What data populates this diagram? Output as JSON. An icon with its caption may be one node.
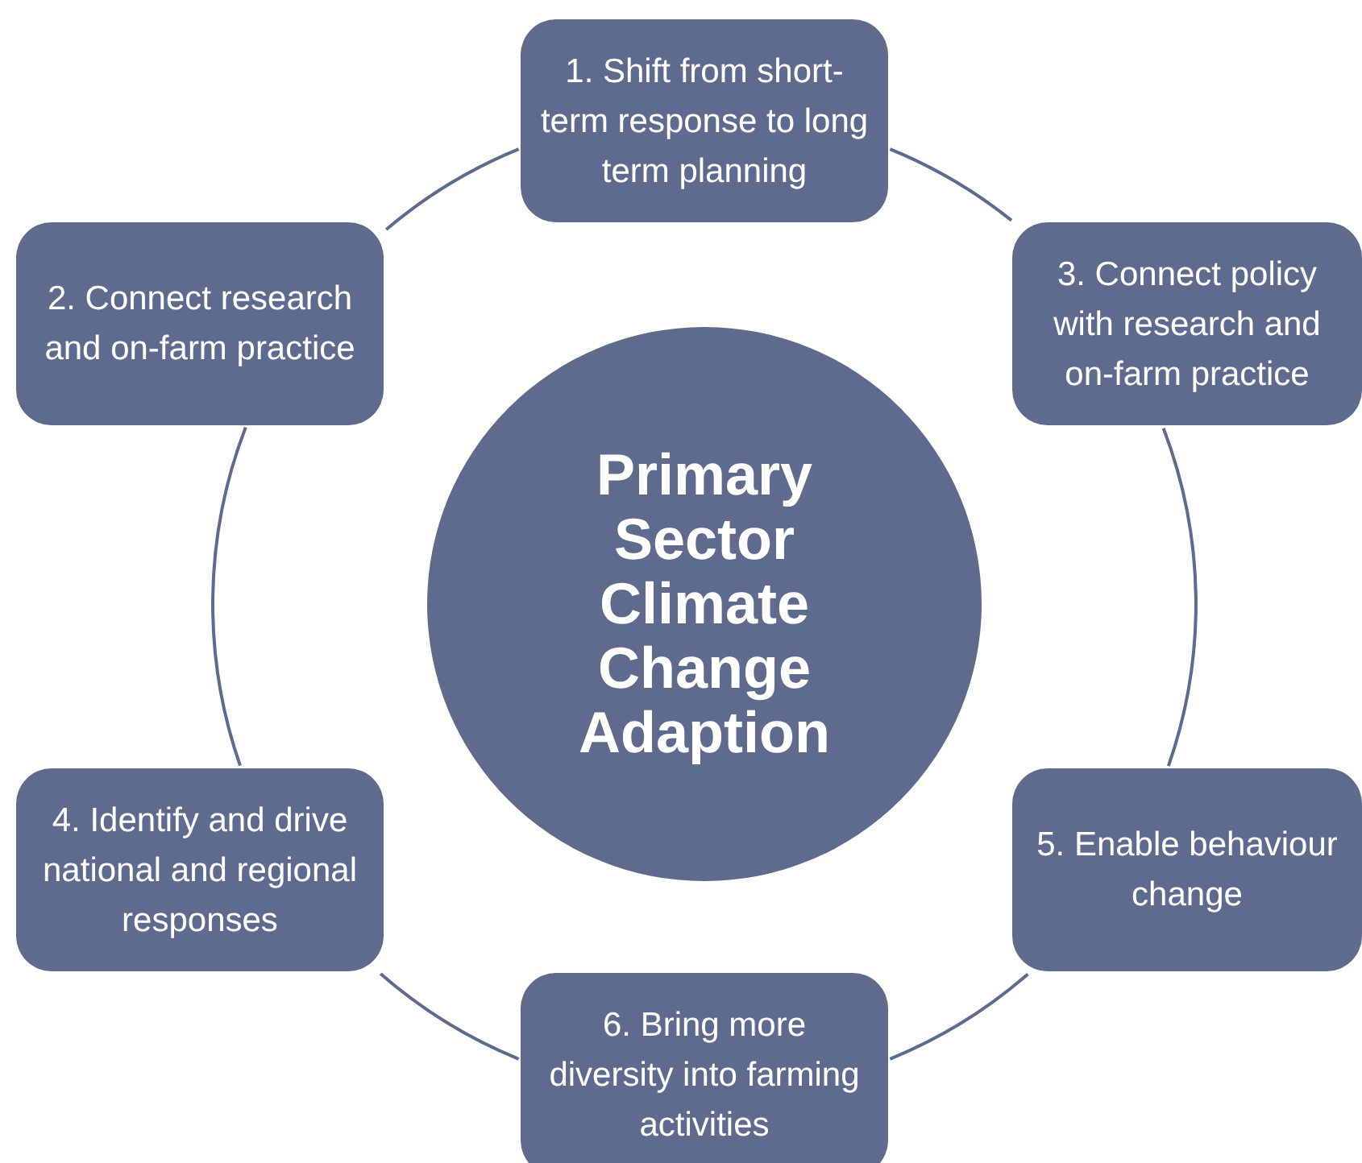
{
  "diagram": {
    "nodes": [
      {
        "text": [
          "1. Shift from short-term response to long term planning"
        ]
      },
      {
        "text": [
          "2. Connect research and on-farm practice"
        ]
      },
      {
        "text": [
          "3. Connect policy with research and on-farm practice"
        ]
      },
      {
        "text": [
          "Primary Sector Climate Change Adaption"
        ]
      },
      {
        "text": [
          "4. Identify and drive national and regional responses"
        ]
      },
      {
        "text": [
          "5. Enable behaviour change"
        ]
      },
      {
        "text": [
          "6. Bring more diversity into farming activities"
        ]
      }
    ],
    "edges": [
      {
        "from": 0,
        "to": 2,
        "arrow": "none"
      },
      {
        "from": 2,
        "to": 5,
        "arrow": "none"
      },
      {
        "from": 5,
        "to": 6,
        "arrow": "none"
      },
      {
        "from": 6,
        "to": 4,
        "arrow": "none"
      },
      {
        "from": 4,
        "to": 1,
        "arrow": "none"
      },
      {
        "from": 1,
        "to": 0,
        "arrow": "none"
      }
    ]
  }
}
